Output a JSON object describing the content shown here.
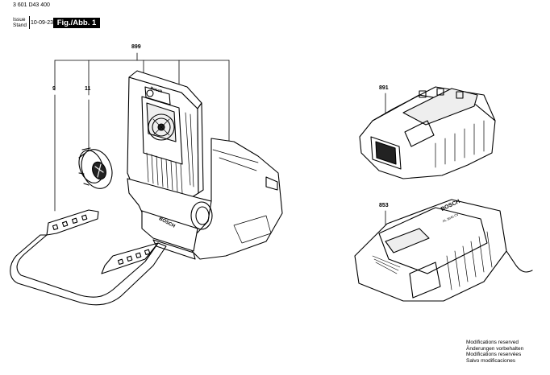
{
  "header": {
    "part_number": "3 601 D43 400",
    "issue_label": "Issue",
    "stand_label": "Stand",
    "date": "10-09-23",
    "figure_label": "Fig./Abb. 1"
  },
  "callouts": {
    "c899": "899",
    "c9": "9",
    "c11": "11",
    "c891": "891",
    "c853": "853"
  },
  "device_text": {
    "lamp_logo": "Bosch",
    "base_logo": "BOSCH",
    "charger_logo": "BOSCH",
    "charger_model": "AL 3640 CV"
  },
  "footer": {
    "line1": "Modifications reserved",
    "line2": "Änderungen vorbehalten",
    "line3": "Modifications reservées",
    "line4": "Salvo modificaciones"
  }
}
